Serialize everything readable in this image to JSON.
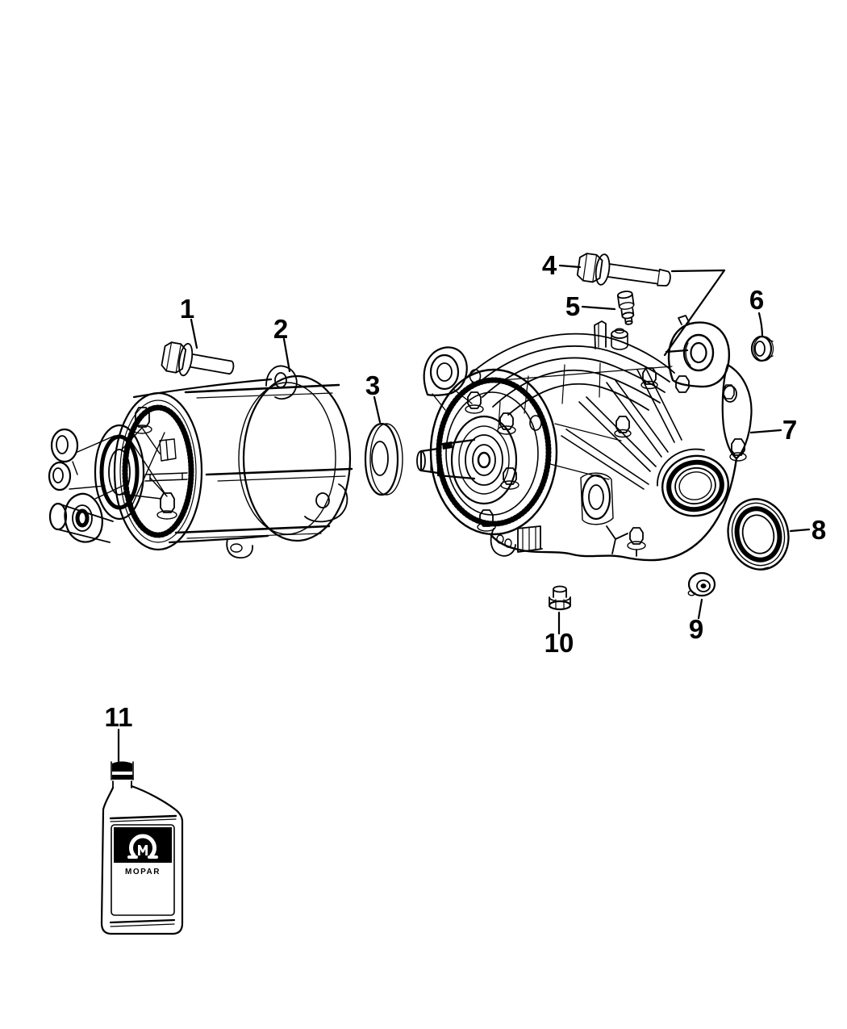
{
  "diagram": {
    "kind": "exploded-parts-diagram",
    "background_color": "#ffffff",
    "line_color": "#000000",
    "callouts": [
      {
        "number": "1"
      },
      {
        "number": "2"
      },
      {
        "number": "3"
      },
      {
        "number": "4"
      },
      {
        "number": "5"
      },
      {
        "number": "6"
      },
      {
        "number": "7"
      },
      {
        "number": "8"
      },
      {
        "number": "9"
      },
      {
        "number": "10"
      },
      {
        "number": "11"
      }
    ],
    "bottle": {
      "brand_text": "MOPAR",
      "cap_color": "#000000",
      "label_band_color": "#000000",
      "logo_color": "#ffffff"
    }
  }
}
